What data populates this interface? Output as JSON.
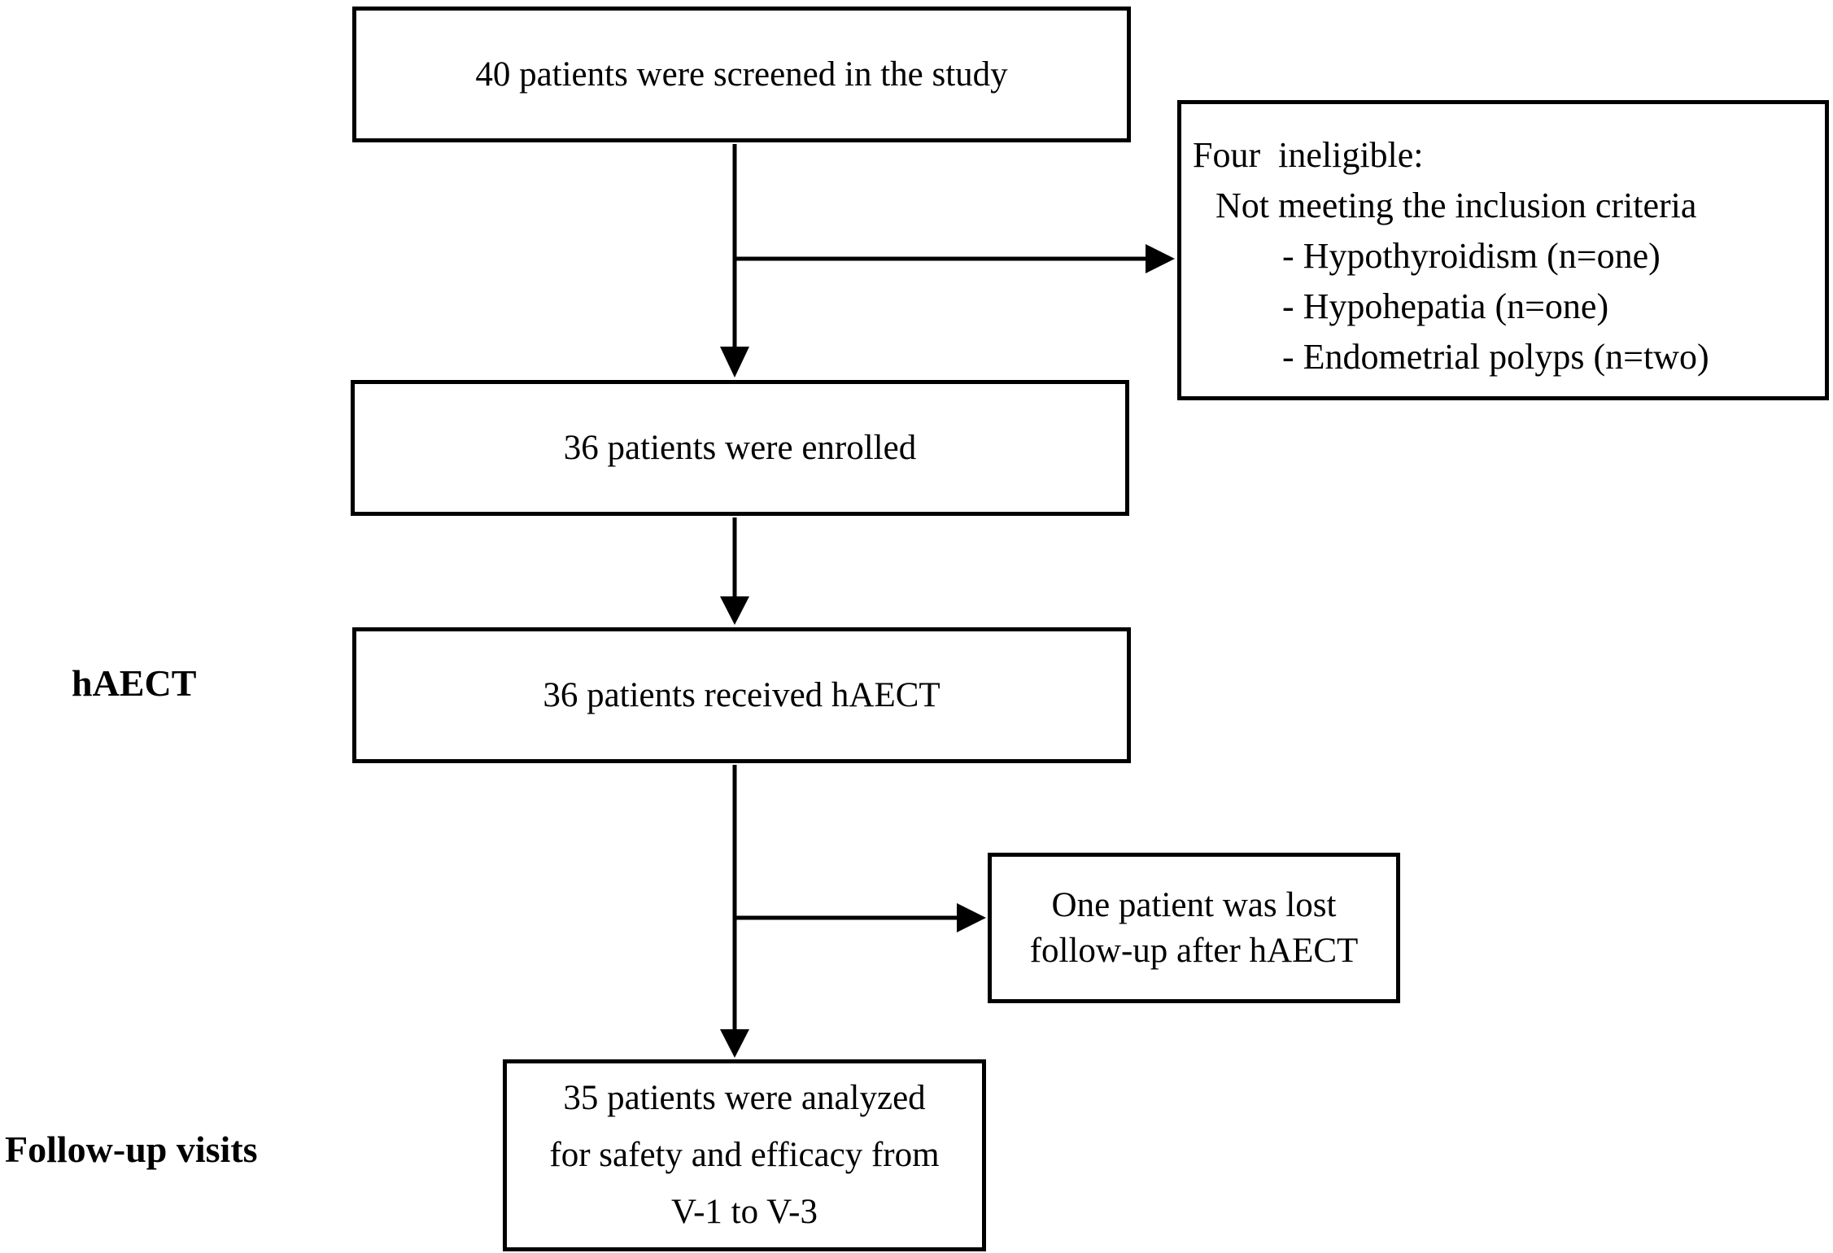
{
  "flow": {
    "boxes": {
      "screened": {
        "text": "40 patients were screened in the study"
      },
      "ineligible": {
        "lines": [
          "Four  ineligible:",
          "Not meeting the inclusion criteria",
          "- Hypothyroidism (n=one)",
          "- Hypohepatia (n=one)",
          "- Endometrial polyps (n=two)"
        ]
      },
      "enrolled": {
        "text": "36 patients were enrolled"
      },
      "received": {
        "text": "36 patients received hAECT"
      },
      "lost": {
        "lines": [
          "One patient was lost",
          "follow-up after hAECT"
        ]
      },
      "analyzed": {
        "lines": [
          "35 patients were analyzed",
          "for safety and efficacy from",
          "V-1 to V-3"
        ]
      }
    },
    "side_labels": {
      "haect": "hAECT",
      "followup": "Follow-up visits"
    },
    "colors": {
      "line": "#000000",
      "text": "#000000",
      "background": "#ffffff"
    }
  }
}
